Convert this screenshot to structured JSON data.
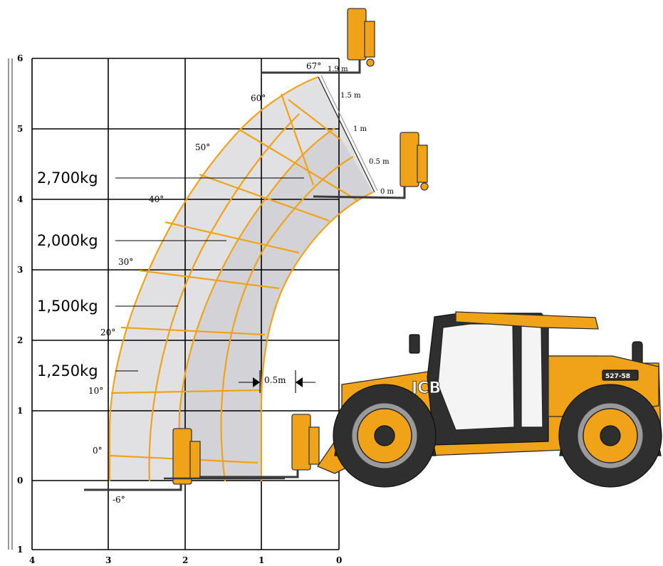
{
  "y_axis": {
    "ticks": [
      "6",
      "5",
      "4",
      "3",
      "2",
      "1",
      "0",
      "1"
    ]
  },
  "x_axis": {
    "ticks": [
      "4",
      "3",
      "2",
      "1",
      "0"
    ]
  },
  "angle_marks": [
    "67°",
    "60°",
    "50°",
    "40°",
    "30°",
    "20°",
    "10°",
    "0°",
    "-6°"
  ],
  "load_zones": [
    {
      "label": "2,700kg"
    },
    {
      "label": "2,000kg"
    },
    {
      "label": "1,500kg"
    },
    {
      "label": "1,250kg"
    }
  ],
  "extension_marks": [
    "1.9 m",
    "1.5 m",
    "1 m",
    "0.5 m",
    "0 m"
  ],
  "dimension_label": "0.5m",
  "vehicle": {
    "brand": "JCB",
    "model": "527-58"
  },
  "colors": {
    "boom_yellow": "#f0a318",
    "zone_fill": "#e1e1e4",
    "grid": "#000000"
  }
}
